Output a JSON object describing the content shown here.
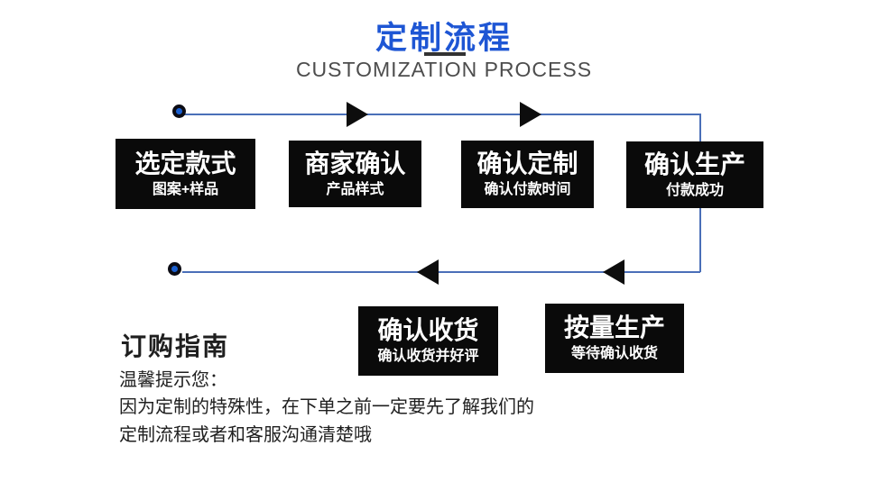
{
  "header": {
    "title": "定制流程",
    "subtitle": "CUSTOMIZATION PROCESS"
  },
  "flow": {
    "row1": [
      {
        "title": "选定款式",
        "subtitle": "图案+样品"
      },
      {
        "title": "商家确认",
        "subtitle": "产品样式"
      },
      {
        "title": "确认定制",
        "subtitle": "确认付款时间"
      },
      {
        "title": "确认生产",
        "subtitle": "付款成功"
      }
    ],
    "row2": [
      {
        "title": "确认收货",
        "subtitle": "确认收货并好评"
      },
      {
        "title": "按量生产",
        "subtitle": "等待确认收货"
      }
    ]
  },
  "guide": {
    "heading": "订购指南",
    "tip_label": "温馨提示您：",
    "line1": "因为定制的特殊性，在下单之前一定要先了解我们的",
    "line2": "定制流程或者和客服沟通清楚哦"
  },
  "colors": {
    "accent_blue": "#1e56d4",
    "connector_blue": "#4a6fb8",
    "box_black": "#0a0a0a",
    "subtitle_gray": "#4d4d4d"
  }
}
